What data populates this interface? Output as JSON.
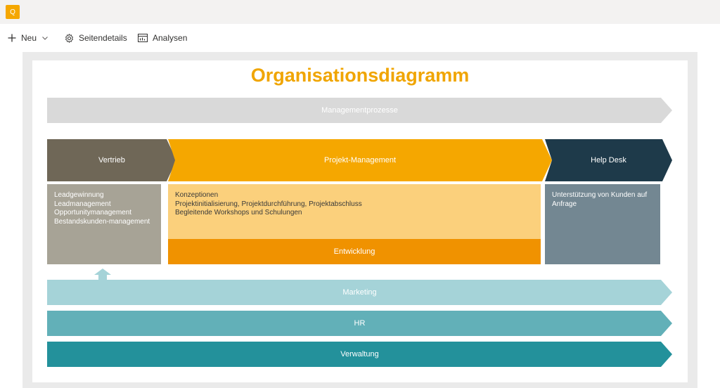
{
  "toolbar": {
    "new_label": "Neu",
    "page_details_label": "Seitendetails",
    "analytics_label": "Analysen"
  },
  "diagram": {
    "title": "Organisationsdiagramm",
    "management": "Managementprozesse",
    "departments": {
      "sales": {
        "label": "Vertrieb",
        "items": [
          "Leadgewinnung",
          "Leadmanagement",
          "Opportunitymanagement",
          "Bestandskunden-management"
        ]
      },
      "project": {
        "label": "Projekt-Management",
        "items": [
          "Konzeptionen",
          "Projektinitialisierung, Projektdurchführung, Projektabschluss",
          "Begleitende Workshops und Schulungen"
        ],
        "sub_label": "Entwicklung"
      },
      "helpdesk": {
        "label": "Help Desk",
        "items": [
          "Unterstützung von Kunden auf",
          "Anfrage"
        ]
      }
    },
    "support": {
      "marketing": "Marketing",
      "hr": "HR",
      "admin": "Verwaltung"
    }
  },
  "colors": {
    "title": "#f0a500",
    "management": "#d9d9d9",
    "sales_header": "#6f6757",
    "sales_body": "#a7a396",
    "project_header": "#f5a700",
    "project_body": "#fbd07c",
    "development": "#f09200",
    "helpdesk_header": "#1e3a4a",
    "helpdesk_body": "#738792",
    "marketing": "#a5d3d8",
    "hr": "#62b0b8",
    "admin": "#23919b"
  }
}
